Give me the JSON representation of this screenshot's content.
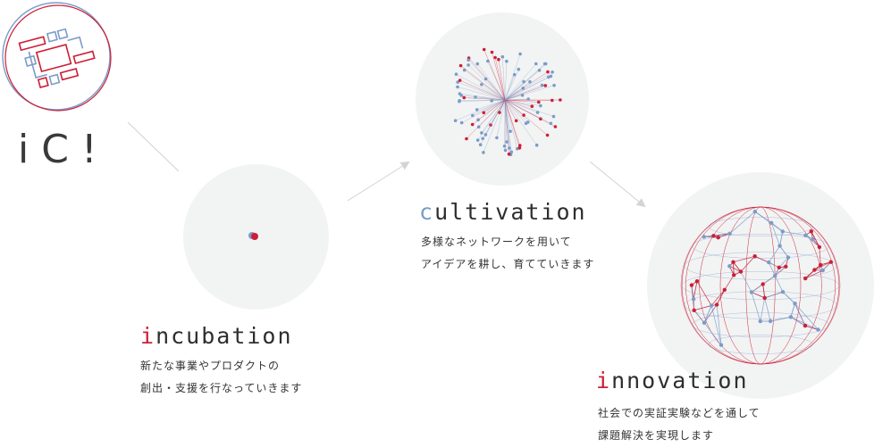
{
  "logo": {
    "text": "iC!"
  },
  "stages": [
    {
      "first_letter": "i",
      "rest": "ncubation",
      "accent": "#cc1e36",
      "lines": [
        "新たな事業やプロダクトの",
        "創出・支援を行なっていきます"
      ]
    },
    {
      "first_letter": "c",
      "rest": "ultivation",
      "accent": "#7b9cc9",
      "lines": [
        "多様なネットワークを用いて",
        "アイデアを耕し、育てていきます"
      ]
    },
    {
      "first_letter": "i",
      "rest": "nnovation",
      "accent": "#cc1e36",
      "lines": [
        "社会での実証実験などを通して",
        "課題解決を実現します"
      ]
    }
  ],
  "colors": {
    "red": "#cc1e36",
    "blue": "#7b9cc9",
    "circle_bg": "#f2f3f3",
    "arrow": "#cfd3d6"
  }
}
